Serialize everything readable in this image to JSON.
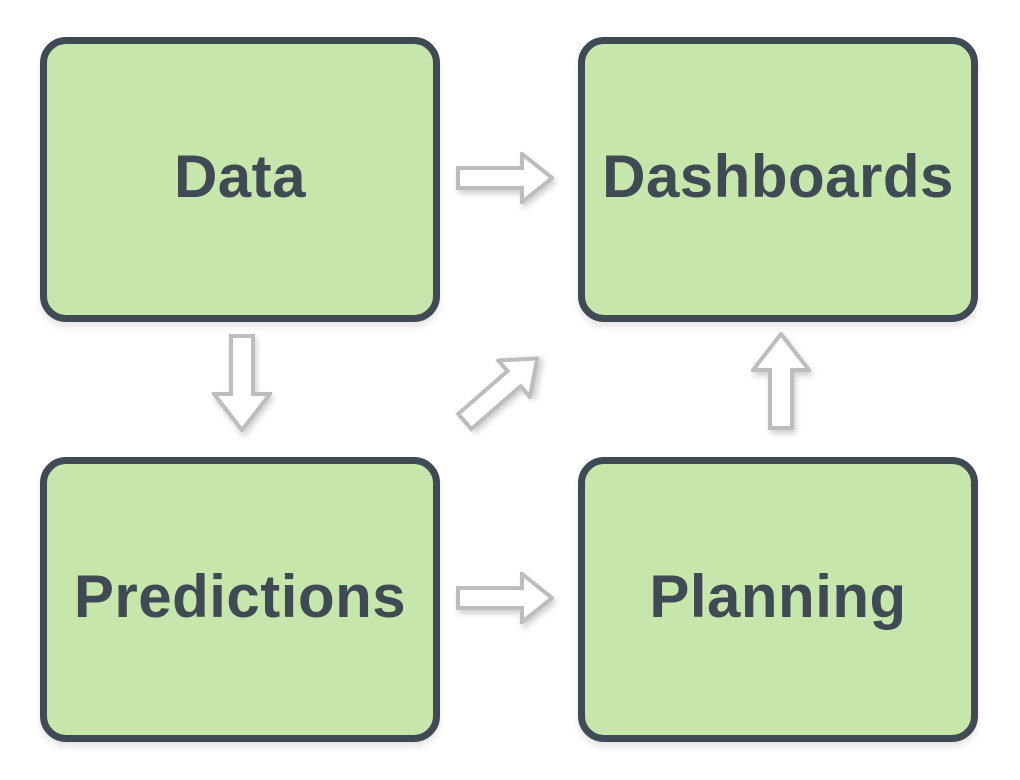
{
  "diagram": {
    "nodes": [
      {
        "id": "data",
        "label": "Data"
      },
      {
        "id": "dashboards",
        "label": "Dashboards"
      },
      {
        "id": "predictions",
        "label": "Predictions"
      },
      {
        "id": "planning",
        "label": "Planning"
      }
    ],
    "edges": [
      {
        "from": "Data",
        "to": "Dashboards",
        "direction": "right",
        "icon": "arrow-right-icon"
      },
      {
        "from": "Data",
        "to": "Predictions",
        "direction": "down",
        "icon": "arrow-down-icon"
      },
      {
        "from": "Predictions",
        "to": "Planning",
        "direction": "right",
        "icon": "arrow-right-icon"
      },
      {
        "from": "Predictions",
        "to": "Dashboards",
        "direction": "up-right",
        "icon": "arrow-up-right-icon"
      },
      {
        "from": "Planning",
        "to": "Dashboards",
        "direction": "up",
        "icon": "arrow-up-icon"
      }
    ]
  },
  "colors": {
    "background": "#ffffff",
    "node-fill": "#c6e6ab",
    "node-border": "#3f4a54",
    "node-text": "#3f4a54",
    "arrow-fill": "#ffffff",
    "arrow-stroke": "#bdbdbd"
  }
}
